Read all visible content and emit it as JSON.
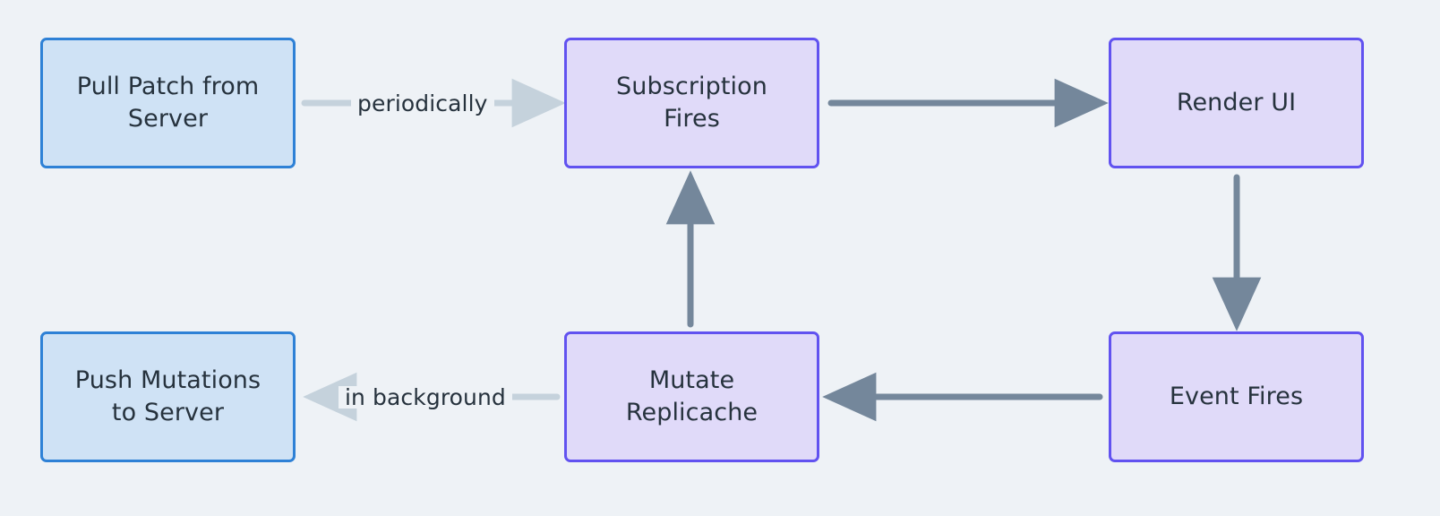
{
  "diagram": {
    "type": "flowchart",
    "background_color": "#eef2f6",
    "text_color": "#26323d",
    "node_styles": {
      "client": {
        "fill": "#cfe2f5",
        "stroke": "#2e81d6"
      },
      "replicache": {
        "fill": "#e0daf9",
        "stroke": "#6152f0"
      }
    },
    "edge_colors": {
      "solid": "#74879b",
      "muted": "#c5d2dc"
    },
    "nodes": [
      {
        "id": "pull",
        "label": "Pull Patch from\nServer",
        "style": "client"
      },
      {
        "id": "sub",
        "label": "Subscription\nFires",
        "style": "replicache"
      },
      {
        "id": "render",
        "label": "Render UI",
        "style": "replicache"
      },
      {
        "id": "push",
        "label": "Push Mutations\nto Server",
        "style": "client"
      },
      {
        "id": "mutate",
        "label": "Mutate\nReplicache",
        "style": "replicache"
      },
      {
        "id": "event",
        "label": "Event Fires",
        "style": "replicache"
      }
    ],
    "edges": [
      {
        "id": "pull-sub",
        "from": "pull",
        "to": "sub",
        "label": "periodically",
        "color": "muted",
        "direction": "right"
      },
      {
        "id": "sub-render",
        "from": "sub",
        "to": "render",
        "label": "",
        "color": "solid",
        "direction": "right"
      },
      {
        "id": "render-event",
        "from": "render",
        "to": "event",
        "label": "",
        "color": "solid",
        "direction": "down"
      },
      {
        "id": "event-mutate",
        "from": "event",
        "to": "mutate",
        "label": "",
        "color": "solid",
        "direction": "left"
      },
      {
        "id": "mutate-push",
        "from": "mutate",
        "to": "push",
        "label": "in background",
        "color": "muted",
        "direction": "left"
      },
      {
        "id": "mutate-sub",
        "from": "mutate",
        "to": "sub",
        "label": "",
        "color": "solid",
        "direction": "up"
      }
    ]
  }
}
